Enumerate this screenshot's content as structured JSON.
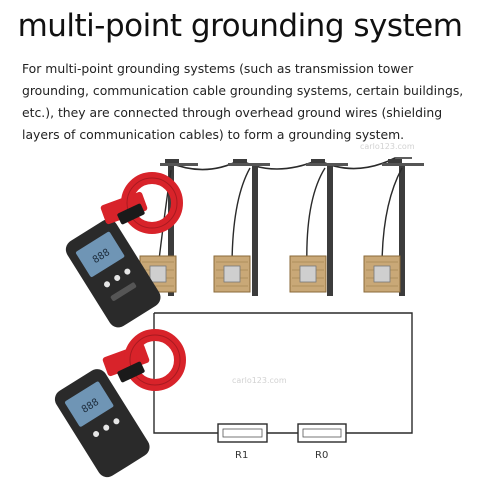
{
  "title": "multi-point grounding system",
  "description": "For multi-point grounding systems (such as transmission tower grounding, communication cable grounding systems, certain buildings, etc.), they are connected through overhead ground wires (shielding layers of communication cables) to form a grounding system.",
  "watermarks": [
    "carlo123.com"
  ],
  "resistors": [
    {
      "label": "R1"
    },
    {
      "label": "R0"
    }
  ],
  "colors": {
    "clamp_red": "#d8232a",
    "meter_body": "#2a2a2a",
    "lcd": "#6f95b5",
    "pole": "#3c3c3c",
    "ground_block": "#c9a877"
  },
  "icons": [
    "clamp-meter-icon",
    "utility-pole-icon",
    "ground-electrode-icon",
    "resistor-icon"
  ]
}
